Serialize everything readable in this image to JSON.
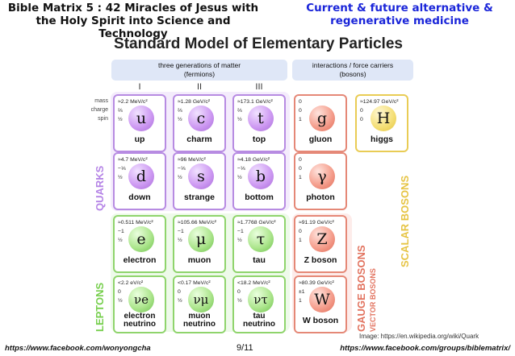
{
  "header": {
    "left_line1": "Bible Matrix 5 : 42 Miracles of Jesus with",
    "left_line2": "the Holy Spirit into Science and Technology",
    "right_line1": "Current & future alternative &",
    "right_line2": "regenerative medicine"
  },
  "diagram": {
    "title": "Standard Model of Elementary Particles",
    "matter_caption": {
      "line1": "three generations of matter",
      "line2": "(fermions)"
    },
    "forces_caption": {
      "line1": "interactions / force carriers",
      "line2": "(bosons)"
    },
    "generations": [
      "I",
      "II",
      "III"
    ],
    "row_labels": {
      "mass": "mass",
      "charge": "charge",
      "spin": "spin"
    },
    "side_labels": {
      "quarks": "QUARKS",
      "leptons": "LEPTONS",
      "gauge": "GAUGE BOSONS",
      "vector": "VECTOR BOSONS",
      "scalar": "SCALAR BOSONS"
    },
    "colors": {
      "quark": "#b78be2",
      "lepton": "#8fd46c",
      "gauge": "#e58877",
      "scalar": "#e9cc55"
    },
    "particles": {
      "up": {
        "mass": "≈2.2 MeV/c²",
        "charge": "⅔",
        "spin": "½",
        "symbol": "u",
        "name": "up"
      },
      "charm": {
        "mass": "≈1.28 GeV/c²",
        "charge": "⅔",
        "spin": "½",
        "symbol": "c",
        "name": "charm"
      },
      "top": {
        "mass": "≈173.1 GeV/c²",
        "charge": "⅔",
        "spin": "½",
        "symbol": "t",
        "name": "top"
      },
      "gluon": {
        "mass": "0",
        "charge": "0",
        "spin": "1",
        "symbol": "g",
        "name": "gluon"
      },
      "higgs": {
        "mass": "≈124.97 GeV/c²",
        "charge": "0",
        "spin": "0",
        "symbol": "H",
        "name": "higgs"
      },
      "down": {
        "mass": "≈4.7 MeV/c²",
        "charge": "−⅓",
        "spin": "½",
        "symbol": "d",
        "name": "down"
      },
      "strange": {
        "mass": "≈96 MeV/c²",
        "charge": "−⅓",
        "spin": "½",
        "symbol": "s",
        "name": "strange"
      },
      "bottom": {
        "mass": "≈4.18 GeV/c²",
        "charge": "−⅓",
        "spin": "½",
        "symbol": "b",
        "name": "bottom"
      },
      "photon": {
        "mass": "0",
        "charge": "0",
        "spin": "1",
        "symbol": "γ",
        "name": "photon"
      },
      "electron": {
        "mass": "≈0.511 MeV/c²",
        "charge": "−1",
        "spin": "½",
        "symbol": "e",
        "name": "electron"
      },
      "muon": {
        "mass": "≈105.66 MeV/c²",
        "charge": "−1",
        "spin": "½",
        "symbol": "μ",
        "name": "muon"
      },
      "tau": {
        "mass": "≈1.7768 GeV/c²",
        "charge": "−1",
        "spin": "½",
        "symbol": "τ",
        "name": "tau"
      },
      "zboson": {
        "mass": "≈91.19 GeV/c²",
        "charge": "0",
        "spin": "1",
        "symbol": "Z",
        "name": "Z boson"
      },
      "e_nu": {
        "mass": "<2.2 eV/c²",
        "charge": "0",
        "spin": "½",
        "symbol": "νe",
        "name_line1": "electron",
        "name_line2": "neutrino"
      },
      "mu_nu": {
        "mass": "<0.17 MeV/c²",
        "charge": "0",
        "spin": "½",
        "symbol": "νμ",
        "name_line1": "muon",
        "name_line2": "neutrino"
      },
      "tau_nu": {
        "mass": "<18.2 MeV/c²",
        "charge": "0",
        "spin": "½",
        "symbol": "ντ",
        "name_line1": "tau",
        "name_line2": "neutrino"
      },
      "wboson": {
        "mass": "≈80.39 GeV/c²",
        "charge": "±1",
        "spin": "1",
        "symbol": "W",
        "name": "W boson"
      }
    },
    "credit": "Image: https://en.wikipedia.org/wiki/Quark"
  },
  "footer": {
    "left_url": "https://www.facebook.com/wonyongcha",
    "page": "9/11",
    "right_url": "https://www.facebook.com/groups/biblematrix/"
  }
}
